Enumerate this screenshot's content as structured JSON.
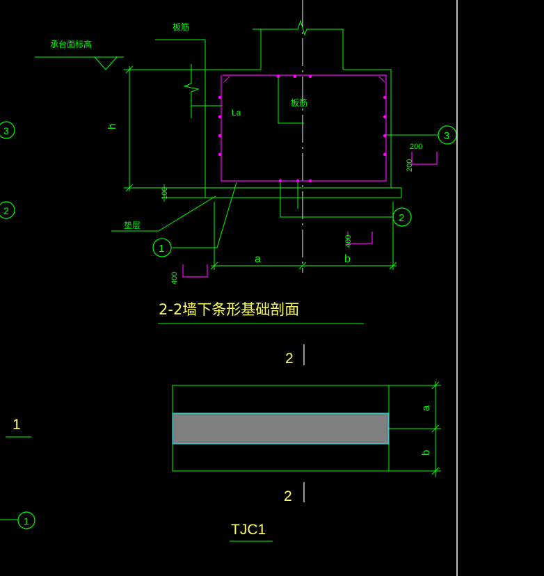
{
  "colors": {
    "background": "#000000",
    "line": "#00ff00",
    "rebar": "#ff00ff",
    "title": "#ffff66",
    "mark": "#ffffff",
    "fill": "#808080",
    "outline": "#00ffff"
  },
  "section": {
    "title": "2-2墙下条形基础剖面",
    "label_cap_elevation": "承台面标高",
    "label_top_bar_1": "板筋",
    "label_top_bar_2": "板筋",
    "label_anchorage": "La",
    "label_cushion": "垫层",
    "label_h": "h",
    "label_cushion_thick": "100",
    "label_a": "a",
    "label_b": "b",
    "label_200": "200",
    "label_200v": "200",
    "label_400_left": "400",
    "label_400_right": "400",
    "callout_1": "1",
    "callout_2": "2",
    "callout_3": "3"
  },
  "plan": {
    "title": "TJC1",
    "cut_label_top": "2",
    "cut_label_bottom": "2",
    "dim_a": "a",
    "dim_b": "b"
  },
  "edge": {
    "left_callout_3": "3",
    "left_callout_2": "2",
    "left_label_1": "1",
    "left_callout_1": "1"
  }
}
